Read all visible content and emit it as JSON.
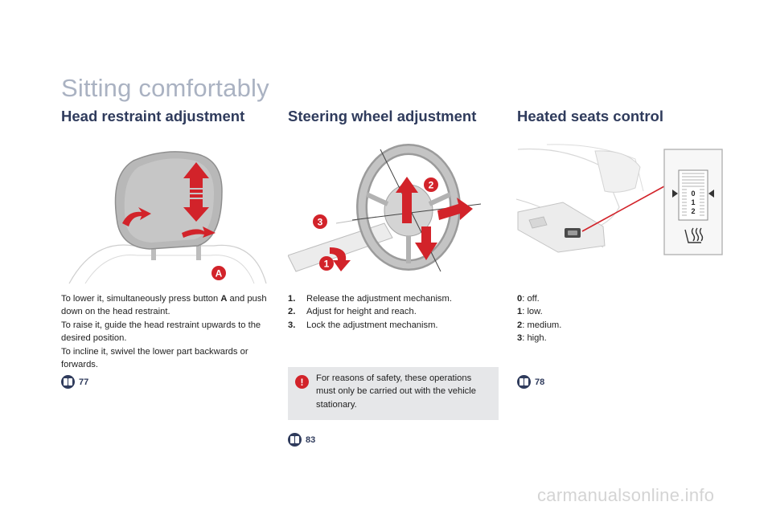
{
  "page": {
    "title": "Sitting comfortably"
  },
  "head_restraint": {
    "title": "Head restraint adjustment",
    "label_a": "A",
    "text_pre": "To lower it, simultaneously press button ",
    "text_bold": "A",
    "text_post": " and push down on the head restraint.",
    "text_raise": "To raise it, guide the head restraint upwards to the desired position.",
    "text_incline": "To incline it, swivel the lower part backwards or forwards.",
    "ref": "77"
  },
  "steering": {
    "title": "Steering wheel adjustment",
    "callouts": [
      "1",
      "2",
      "3"
    ],
    "steps": [
      {
        "num": "1.",
        "text": "Release the adjustment mechanism."
      },
      {
        "num": "2.",
        "text": "Adjust for height and reach."
      },
      {
        "num": "3.",
        "text": "Lock the adjustment mechanism."
      }
    ],
    "warning_icon": "!",
    "warning": "For reasons of safety, these operations must only be carried out with the vehicle stationary.",
    "ref": "83"
  },
  "heated_seats": {
    "title": "Heated seats control",
    "dial_labels": [
      "0",
      "1",
      "2"
    ],
    "levels": [
      {
        "key": "0",
        "desc": ": off."
      },
      {
        "key": "1",
        "desc": ": low."
      },
      {
        "key": "2",
        "desc": ": medium."
      },
      {
        "key": "3",
        "desc": ": high."
      }
    ],
    "ref": "78"
  },
  "colors": {
    "accent": "#d2232a",
    "heading": "#2f3b5c",
    "title": "#aab2c2",
    "warning_bg": "#e6e7e9"
  },
  "watermark": "carmanualsonline.info"
}
